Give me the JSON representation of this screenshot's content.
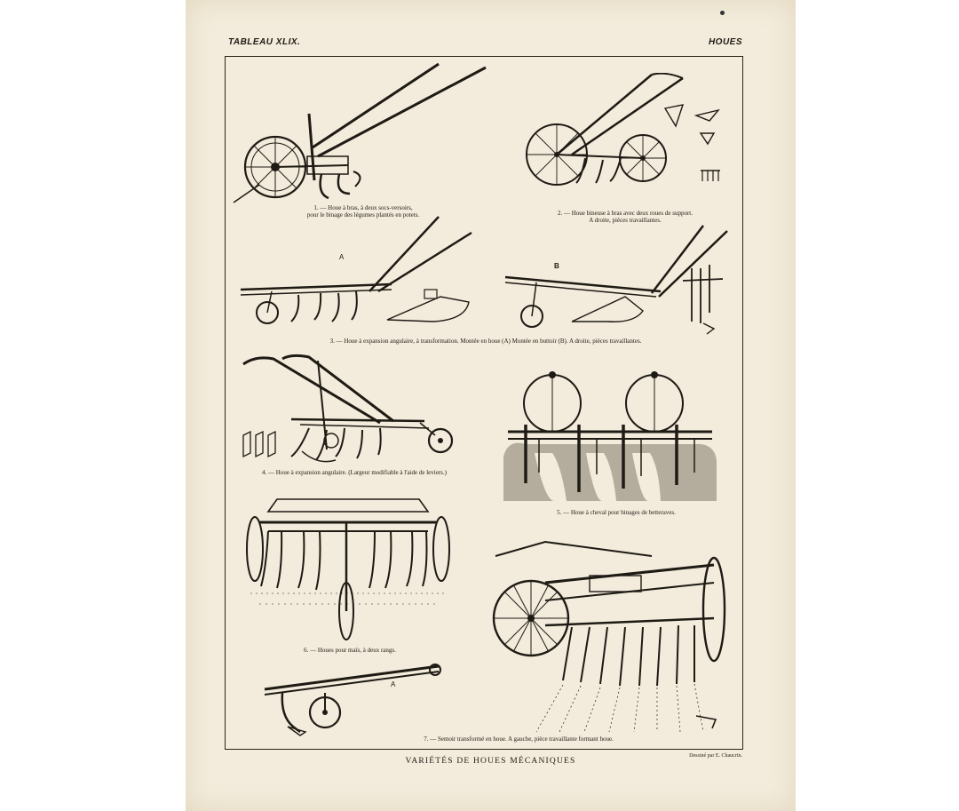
{
  "header": {
    "plate": "TABLEAU XLIX.",
    "section": "HOUES"
  },
  "captions": {
    "fig1": [
      "1. — Houe à bras, à deux socs-versoirs,",
      "pour le binage des légumes plantés en potets."
    ],
    "fig2": [
      "2. — Houe bineuse à bras avec deux roues de support.",
      "A droite, pièces travaillantes."
    ],
    "fig3": "3. — Houe à expansion angulaire, à transformation. Montée en houe (A) Montée en buttoir (B). A droite, pièces travaillantes.",
    "fig4": "4. — Houe à expansion angulaire. (Largeur modifiable à l'aide de leviers.)",
    "fig5": "5. — Houe à cheval pour binages de betteraves.",
    "fig6": "6. — Houes pour maïs, à deux rangs.",
    "fig7": "7. — Semoir transformé en houe. A gauche, pièce travaillante formant houe."
  },
  "labels": {
    "a3": "A",
    "b3": "B",
    "a7": "A"
  },
  "footer": {
    "title": "VARIÉTÉS DE HOUES MÉCANIQUES",
    "credit": "Dessiné par E. Chaucrin."
  }
}
